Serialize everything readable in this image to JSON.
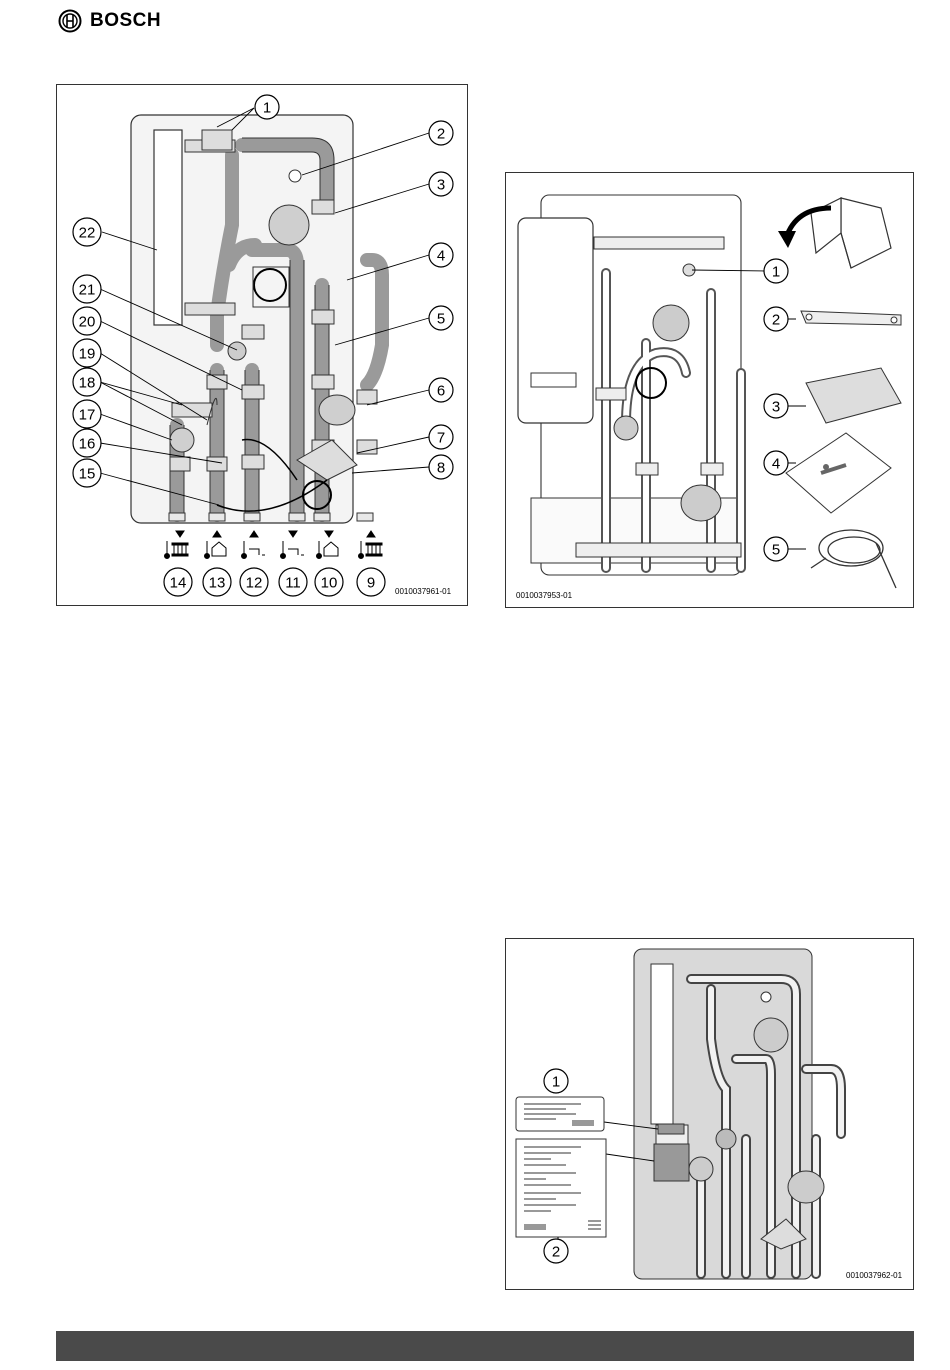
{
  "brand": {
    "name": "BOSCH"
  },
  "figure_a": {
    "id": "0010037961-01",
    "callouts_top": [
      "1",
      "2",
      "3",
      "4",
      "5",
      "6",
      "7",
      "8"
    ],
    "callouts_left": [
      "22",
      "21",
      "20",
      "19",
      "18",
      "17",
      "16",
      "15"
    ],
    "callouts_bottom": [
      "14",
      "13",
      "12",
      "11",
      "10",
      "9"
    ]
  },
  "figure_b": {
    "id": "0010037953-01",
    "callouts": [
      "1",
      "2",
      "3",
      "4",
      "5"
    ]
  },
  "figure_c": {
    "id": "0010037962-01",
    "callouts": [
      "1",
      "2"
    ]
  }
}
